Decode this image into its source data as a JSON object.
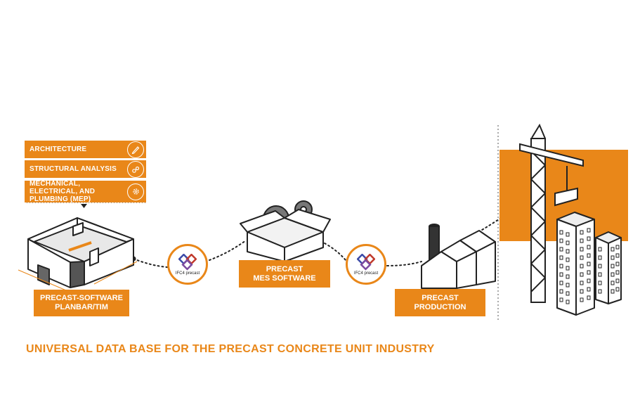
{
  "disciplines": [
    {
      "label": "ARCHITECTURE",
      "icon": "pencil-icon"
    },
    {
      "label": "STRUCTURAL ANALYSIS",
      "icon": "caliper-icon"
    },
    {
      "label": "MECHANICAL, ELECTRICAL, AND PLUMBING (MEP)",
      "icon": "gear-icon"
    }
  ],
  "stages": {
    "software": {
      "line1": "PRECAST-SOFTWARE",
      "line2": "PLANBAR/TIM"
    },
    "mes": {
      "line1": "PRECAST",
      "line2": "MES SOFTWARE"
    },
    "production": {
      "line1": "PRECAST",
      "line2": "PRODUCTION"
    }
  },
  "ifc_badges": [
    {
      "label": "IFC4 precast"
    },
    {
      "label": "IFC4 precast"
    }
  ],
  "headline": "UNIVERSAL DATA BASE FOR THE PRECAST CONCRETE UNIT INDUSTRY",
  "colors": {
    "accent": "#e98719",
    "ink": "#222222"
  }
}
